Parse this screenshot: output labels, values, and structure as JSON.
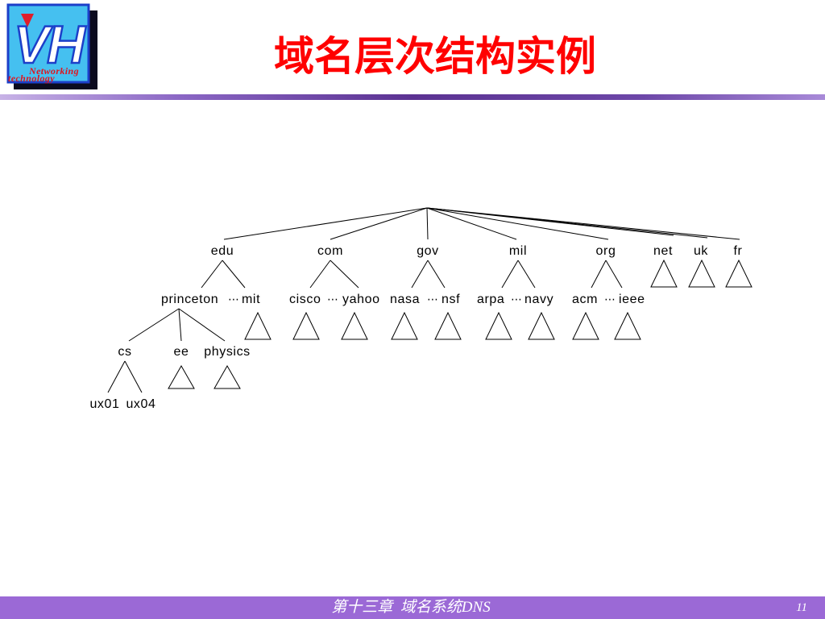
{
  "logo": {
    "letters": "VH",
    "line1": "Networking",
    "line2": "technology"
  },
  "title": "域名层次结构实例",
  "colors": {
    "title": "#ff0000",
    "footer_bar": "#9b69d6",
    "header_rule": "#5b3292",
    "logo_background": "#45c0f0"
  },
  "tree": {
    "ellipsis": "⋯",
    "top_level": [
      {
        "label": "edu",
        "children": [
          {
            "label": "princeton",
            "children": [
              {
                "label": "cs",
                "children": [
                  {
                    "label": "ux01"
                  },
                  {
                    "label": "ux04"
                  }
                ]
              },
              {
                "label": "ee",
                "subtree": true
              },
              {
                "label": "physics",
                "subtree": true
              }
            ]
          },
          {
            "label": "mit",
            "subtree": true
          }
        ]
      },
      {
        "label": "com",
        "children": [
          {
            "label": "cisco",
            "subtree": true
          },
          {
            "label": "yahoo",
            "subtree": true
          }
        ]
      },
      {
        "label": "gov",
        "children": [
          {
            "label": "nasa",
            "subtree": true
          },
          {
            "label": "nsf",
            "subtree": true
          }
        ]
      },
      {
        "label": "mil",
        "children": [
          {
            "label": "arpa",
            "subtree": true
          },
          {
            "label": "navy",
            "subtree": true
          }
        ]
      },
      {
        "label": "org",
        "children": [
          {
            "label": "acm",
            "subtree": true
          },
          {
            "label": "ieee",
            "subtree": true
          }
        ]
      },
      {
        "label": "net",
        "subtree": true
      },
      {
        "label": "uk",
        "subtree": true
      },
      {
        "label": "fr",
        "subtree": true
      }
    ]
  },
  "footer": {
    "chapter": "第十三章  域名系统DNS",
    "page": "11"
  }
}
